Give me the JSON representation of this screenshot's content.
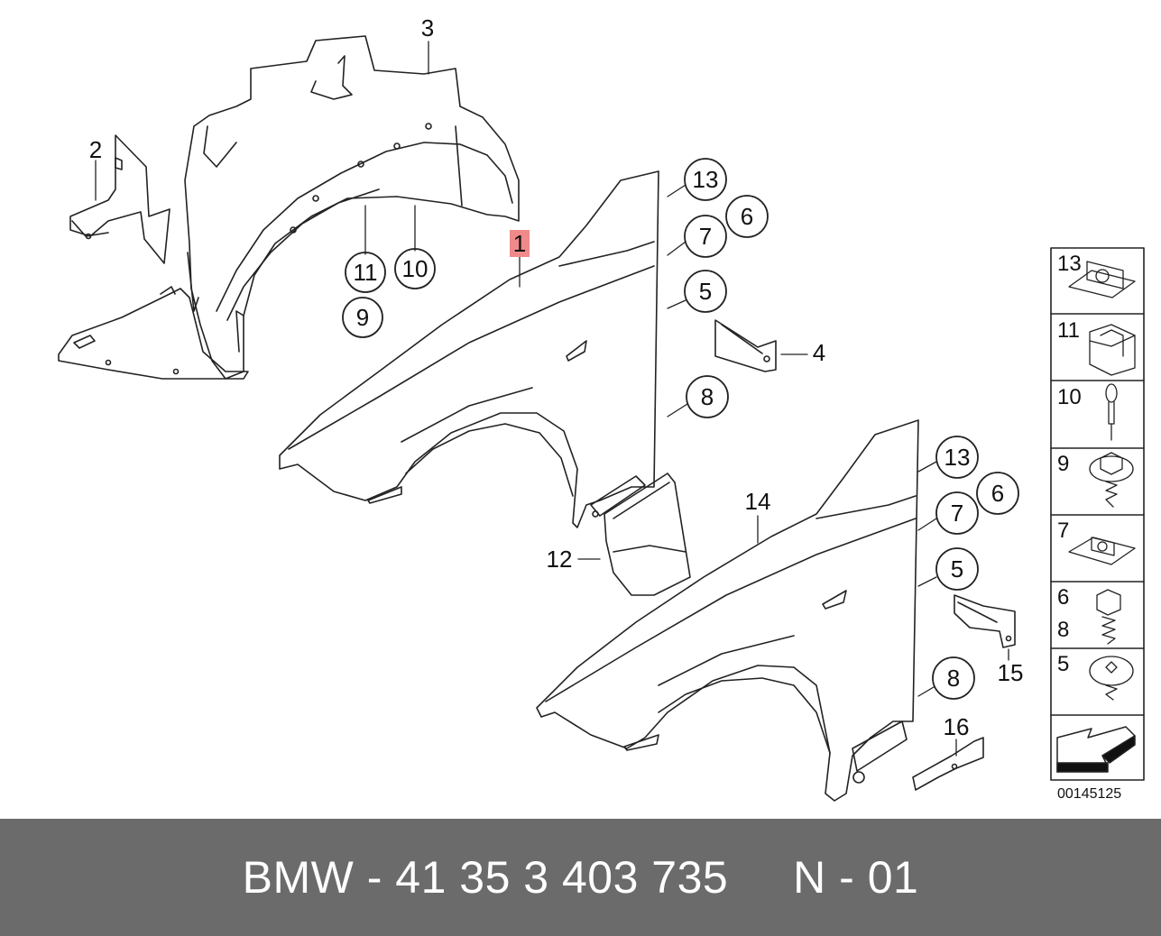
{
  "diagram": {
    "part_labels": [
      {
        "key": "p1",
        "text": "1",
        "highlight": true
      },
      {
        "key": "p2",
        "text": "2"
      },
      {
        "key": "p3",
        "text": "3"
      },
      {
        "key": "p4",
        "text": "4"
      },
      {
        "key": "p12",
        "text": "12"
      },
      {
        "key": "p14",
        "text": "14"
      },
      {
        "key": "p15",
        "text": "15"
      },
      {
        "key": "p16",
        "text": "16"
      }
    ],
    "callouts": [
      {
        "key": "c11",
        "text": "11"
      },
      {
        "key": "c10",
        "text": "10"
      },
      {
        "key": "c9",
        "text": "9"
      },
      {
        "key": "c13a",
        "text": "13"
      },
      {
        "key": "c6a",
        "text": "6"
      },
      {
        "key": "c7a",
        "text": "7"
      },
      {
        "key": "c5a",
        "text": "5"
      },
      {
        "key": "c8a",
        "text": "8"
      },
      {
        "key": "c13b",
        "text": "13"
      },
      {
        "key": "c6b",
        "text": "6"
      },
      {
        "key": "c7b",
        "text": "7"
      },
      {
        "key": "c5b",
        "text": "5"
      },
      {
        "key": "c8b",
        "text": "8"
      }
    ],
    "sidebar_parts": [
      {
        "key": "s13",
        "lines": [
          "13"
        ],
        "icon": "clip-nut-icon"
      },
      {
        "key": "s11",
        "lines": [
          "11"
        ],
        "icon": "plastic-clip-icon"
      },
      {
        "key": "s10",
        "lines": [
          "10"
        ],
        "icon": "rivet-icon"
      },
      {
        "key": "s9",
        "lines": [
          "9"
        ],
        "icon": "hex-flange-screw-icon"
      },
      {
        "key": "s7",
        "lines": [
          "7"
        ],
        "icon": "spring-nut-icon"
      },
      {
        "key": "s68",
        "lines": [
          "6",
          "8"
        ],
        "icon": "hex-bolt-icon"
      },
      {
        "key": "s5",
        "lines": [
          "5"
        ],
        "icon": "torx-screw-icon"
      },
      {
        "key": "sarrow",
        "lines": [],
        "icon": "direction-arrow-icon"
      }
    ],
    "reference_code": "00145125",
    "highlight_color": "#f08a8a"
  },
  "footer": {
    "text": "BMW - 41 35 3 403 735     N - 01",
    "background": "#6b6b6b"
  }
}
